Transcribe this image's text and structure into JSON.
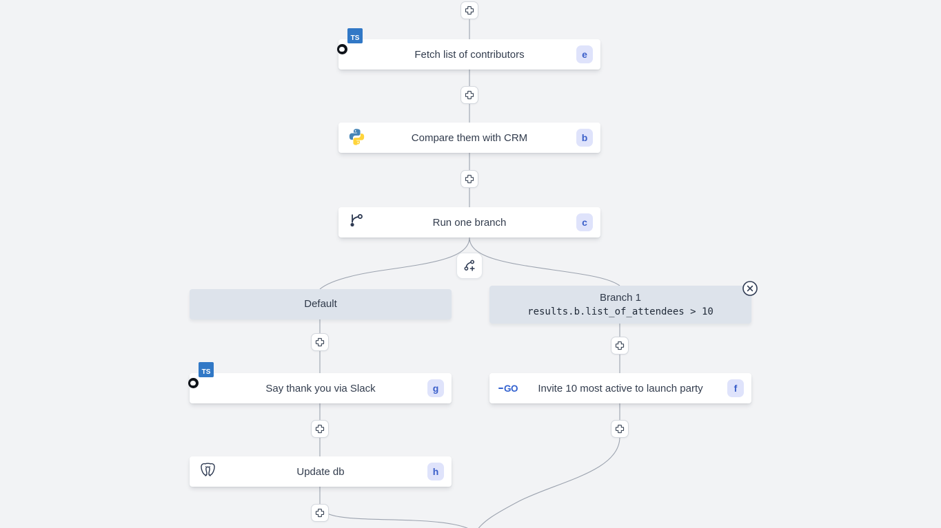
{
  "app": {
    "view": "workflow-editor-canvas"
  },
  "nodes": [
    {
      "id": "e",
      "label": "Fetch list of contributors",
      "icon": "typescript-deno-icon"
    },
    {
      "id": "b",
      "label": "Compare them with CRM",
      "icon": "python-icon"
    },
    {
      "id": "c",
      "label": "Run one branch",
      "icon": "git-branch-icon"
    },
    {
      "id": "g",
      "label": "Say thank you via Slack",
      "icon": "typescript-deno-icon"
    },
    {
      "id": "h",
      "label": "Update db",
      "icon": "postgresql-icon"
    },
    {
      "id": "f",
      "label": "Invite 10 most active to launch party",
      "icon": "go-icon"
    }
  ],
  "branches": {
    "default": {
      "label": "Default"
    },
    "branch1": {
      "label": "Branch 1",
      "condition": "results.b.list_of_attendees > 10"
    }
  },
  "icons": {
    "ts_label": "TS",
    "go_label": "GO",
    "connector": "plus-icon",
    "branch_add": "git-branch-plus-icon",
    "close": "close-circle-icon"
  },
  "colors": {
    "canvas_bg": "#f2f3f5",
    "node_bg": "#ffffff",
    "node_text": "#323c4d",
    "badge_bg": "#dfe3fb",
    "badge_text": "#3b5fc9",
    "branch_header_bg": "#dde3eb",
    "wire": "#9ca3af",
    "ts_blue": "#3178c6",
    "go_blue": "#3160cf",
    "python_blue": "#4584b6",
    "python_yellow": "#ffd43b"
  }
}
